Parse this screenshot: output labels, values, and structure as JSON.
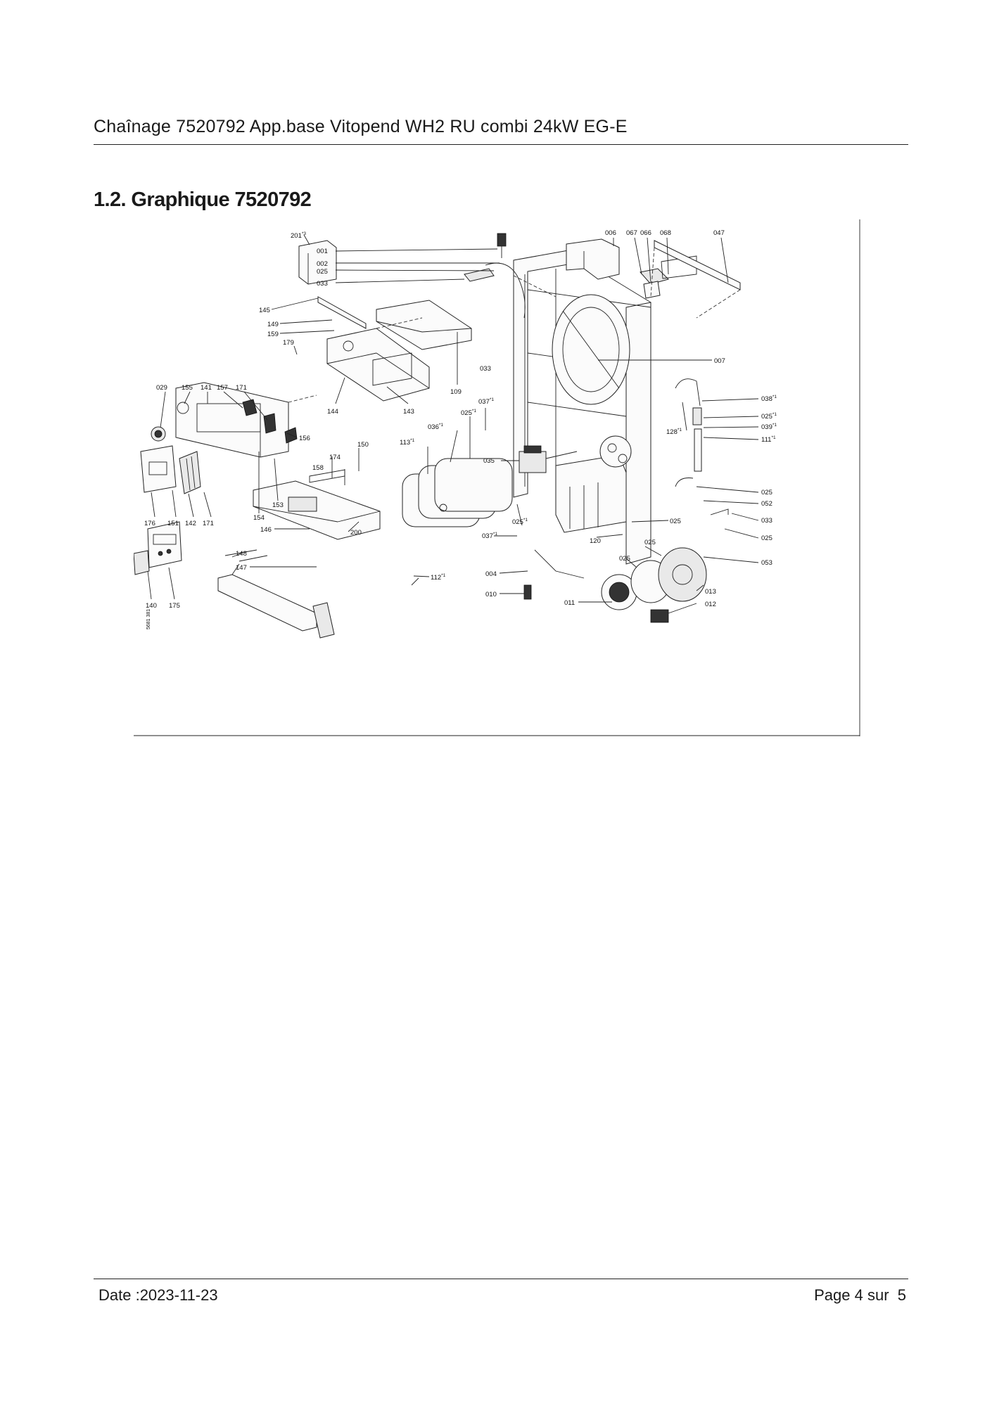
{
  "header": {
    "title": "Chaînage 7520792 App.base Vitopend WH2 RU combi 24kW EG-E"
  },
  "section": {
    "heading": "1.2. Graphique 7520792"
  },
  "figure": {
    "code": "5681 381",
    "labels": {
      "l201": "201",
      "l201s": "*3",
      "l001": "001",
      "l002": "002",
      "l025a": "025",
      "l033a": "033",
      "l006": "006",
      "l067": "067",
      "l066": "066",
      "l068": "068",
      "l047": "047",
      "l145": "145",
      "l149": "149",
      "l159": "159",
      "l179": "179",
      "l109": "109",
      "l033b": "033",
      "l007": "007",
      "l029": "029",
      "l155": "155",
      "l141": "141",
      "l157": "157",
      "l171a": "171",
      "l144": "144",
      "l143": "143",
      "l025b": "025",
      "l025bs": "*1",
      "l037a": "037",
      "l037as": "*1",
      "l038": "038",
      "l038s": "*1",
      "l025c": "025",
      "l025cs": "*1",
      "l039": "039",
      "l039s": "*1",
      "l111": "111",
      "l111s": "*1",
      "l128": "128",
      "l128s": "*1",
      "l156": "156",
      "l150": "150",
      "l174": "174",
      "l158": "158",
      "l113": "113",
      "l113s": "*1",
      "l036": "036",
      "l036s": "*1",
      "l035": "035",
      "l153": "153",
      "l154": "154",
      "l176": "176",
      "l151": "151",
      "l142": "142",
      "l171b": "171",
      "l146": "146",
      "l200": "200",
      "l025d": "025",
      "l025ds": "*1",
      "l037b": "037",
      "l037bs": "*1",
      "l025e": "025",
      "l052": "052",
      "l033c": "033",
      "l025f": "025",
      "l053": "053",
      "l025g": "025",
      "l025h": "025",
      "l120": "120",
      "l148": "148",
      "l147": "147",
      "l112": "112",
      "l112s": "*1",
      "l004": "004",
      "l010": "010",
      "l011": "011",
      "l013": "013",
      "l012": "012",
      "l140": "140",
      "l175": "175"
    }
  },
  "footer": {
    "date": "Date :2023-11-23",
    "page": "Page 4 sur  5"
  }
}
